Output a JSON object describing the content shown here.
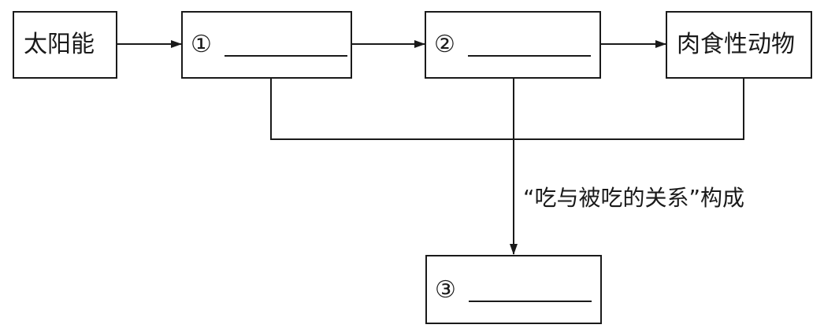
{
  "nodes": {
    "sun": {
      "label": "太阳能"
    },
    "blank1": {
      "number": "①"
    },
    "blank2": {
      "number": "②"
    },
    "carnivore": {
      "label": "肉食性动物"
    },
    "blank3": {
      "number": "③"
    }
  },
  "caption": "“吃与被吃的关系”构成",
  "colors": {
    "line": "#1a1a1a",
    "background": "#ffffff"
  }
}
